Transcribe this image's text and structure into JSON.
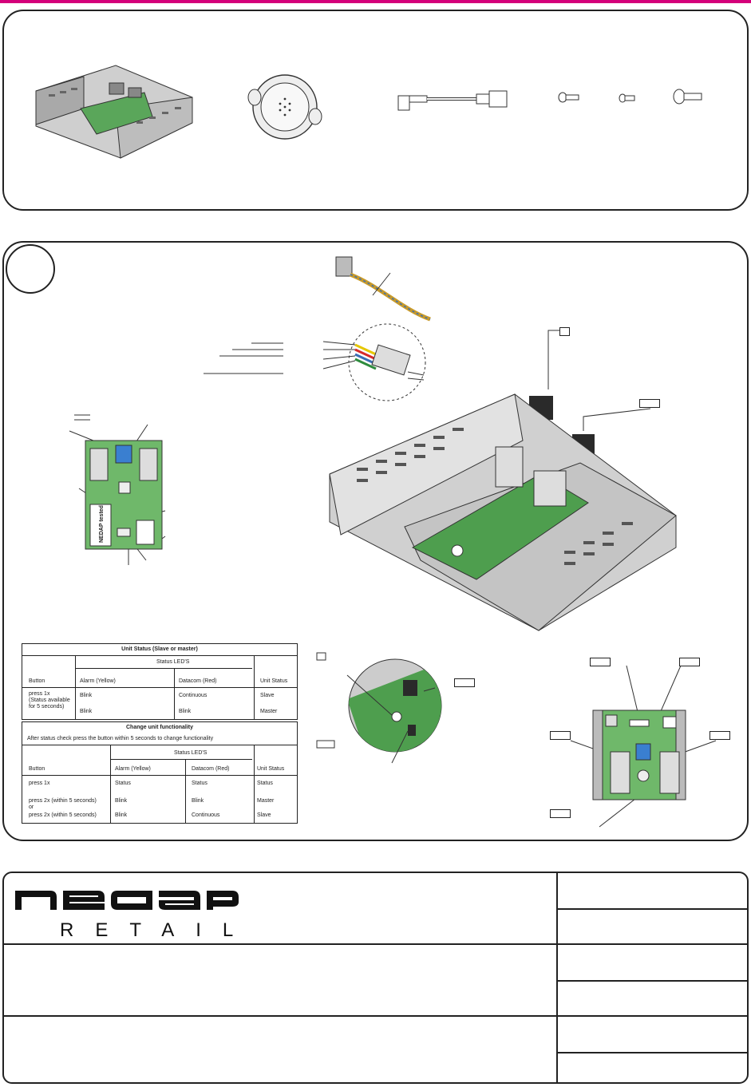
{
  "document": {
    "accent_color": "#d4007a"
  },
  "parts": {
    "items": [
      "control-unit",
      "speaker",
      "coax-cable",
      "screw-small",
      "screw-tiny",
      "screw-large"
    ]
  },
  "status_table": {
    "title": "Unit Status (Slave or master)",
    "group_header": "Status LED'S",
    "col_button": "Button",
    "col_alarm": "Alarm (Yellow)",
    "col_datacom": "Datacom (Red)",
    "col_unit_status": "Unit Status",
    "row1_button": "press 1x",
    "row1_button_note": "(Status available",
    "row1_button_note2": "for 5 seconds)",
    "row1_alarm": "Blink",
    "row1_datacom": "Continuous",
    "row1_status": "Slave",
    "row2_alarm": "Blink",
    "row2_datacom": "Blink",
    "row2_status": "Master"
  },
  "function_table": {
    "title": "Change unit functionality",
    "subtitle": "After status check press the button within 5 seconds to change functionality",
    "group_header": "Status LED'S",
    "col_button": "Button",
    "col_alarm": "Alarm (Yellow)",
    "col_datacom": "Datacom (Red)",
    "col_unit_status": "Unit Status",
    "row1_button": "press 1x",
    "row1_alarm": "Status",
    "row1_datacom": "Status",
    "row1_status": "Status",
    "row2_button": "press 2x (within 5 seconds)",
    "row2_or": "or",
    "row2_alarm": "Blink",
    "row2_datacom": "Blink",
    "row2_status": "Master",
    "row3_button": "press 2x (within 5 seconds)",
    "row3_alarm": "Blink",
    "row3_datacom": "Continuous",
    "row3_status": "Slave"
  },
  "board_labels": {
    "tested_sticker": "NEDAP tested"
  },
  "title_block": {
    "logo_text": "nedap",
    "brand_subtitle": "RETAIL"
  }
}
